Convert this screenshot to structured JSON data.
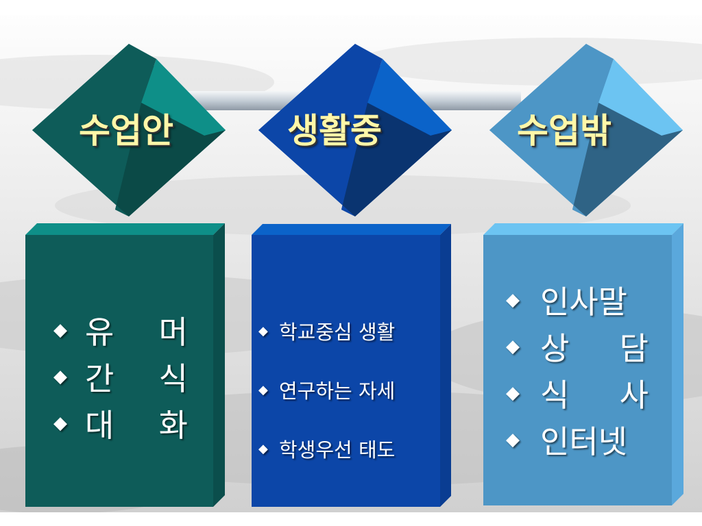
{
  "columns": [
    {
      "id": "in-class",
      "title": "수업안",
      "items": [
        "유 머",
        "간 식",
        "대 화"
      ],
      "colors": {
        "front": "#0e5c59",
        "side": "#0b4e4c",
        "top": "#0e8f88",
        "shade": "#0b4a47"
      }
    },
    {
      "id": "daily-life",
      "title": "생활중",
      "items": [
        "학교중심 생활",
        "연구하는 자세",
        "학생우선 태도"
      ],
      "colors": {
        "front": "#0c46a8",
        "side": "#0a3d92",
        "top": "#0b63c9",
        "shade": "#0a3470"
      }
    },
    {
      "id": "outside-class",
      "title": "수업밖",
      "items": [
        "인사말",
        "상 담",
        "식 사",
        "인터넷"
      ],
      "colors": {
        "front": "#4d96c6",
        "side": "#5aa8dc",
        "top": "#6cc4f2",
        "shade": "#2f6385"
      }
    }
  ],
  "bullet_symbol": "◆",
  "colors": {
    "label": "#fff7a8",
    "item_text": "#ffffff",
    "connector": "#c4cdd6"
  }
}
